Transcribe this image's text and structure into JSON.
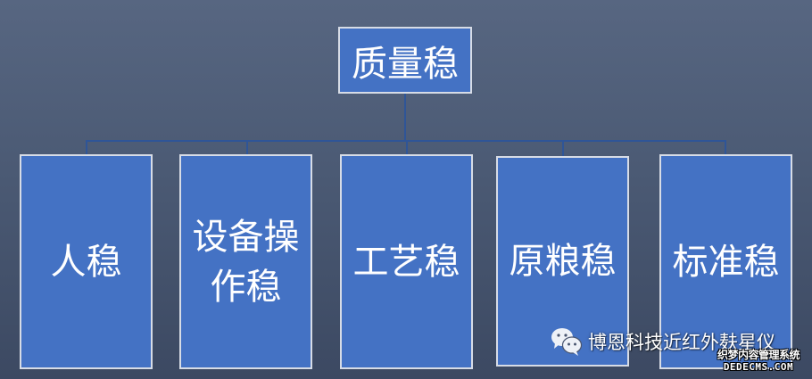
{
  "diagram": {
    "root": {
      "label": "质量稳"
    },
    "children": [
      {
        "label": "人稳"
      },
      {
        "label": "设备操作稳"
      },
      {
        "label": "工艺稳"
      },
      {
        "label": "原粮稳"
      },
      {
        "label": "标准稳"
      }
    ]
  },
  "colors": {
    "box_fill": "#4472c4",
    "box_border": "#d7dce6",
    "connector": "#2f5597",
    "background_top": "#576681",
    "background_bottom": "#3c4962",
    "text": "#ffffff"
  },
  "watermark": {
    "icon": "wechat-icon",
    "account_name": "博恩科技近红外麸星仪",
    "site_line1": "织梦内容管理系统",
    "site_line2": "DEDECMS.COM"
  }
}
